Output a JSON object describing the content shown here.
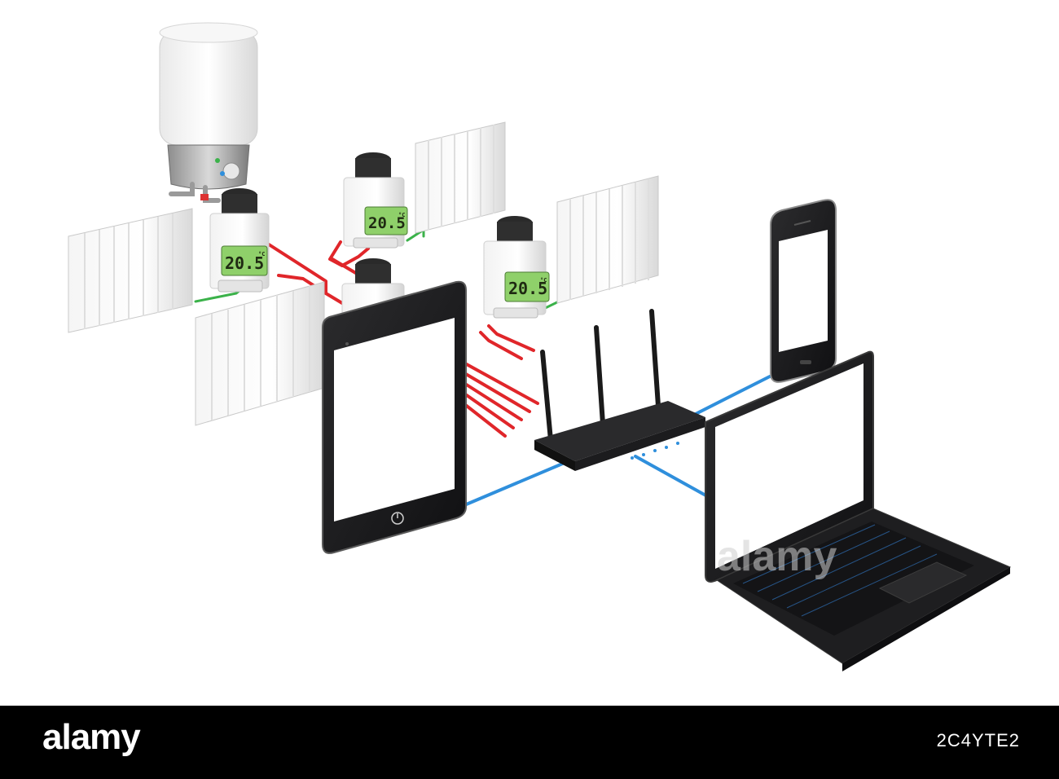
{
  "scene": {
    "thermostat_readout": "20.5",
    "thermostat_unit": "°C",
    "watermark": "alamy"
  },
  "footer": {
    "brand": "alamy",
    "image_id": "2C4YTE2"
  },
  "colors": {
    "heating_pipe": "#e0262a",
    "return_pipe": "#3bb24a",
    "data_link": "#2f8fdc",
    "device_black": "#1c1c1e",
    "screen_white": "#ffffff",
    "lcd_green": "#8fd06a"
  }
}
